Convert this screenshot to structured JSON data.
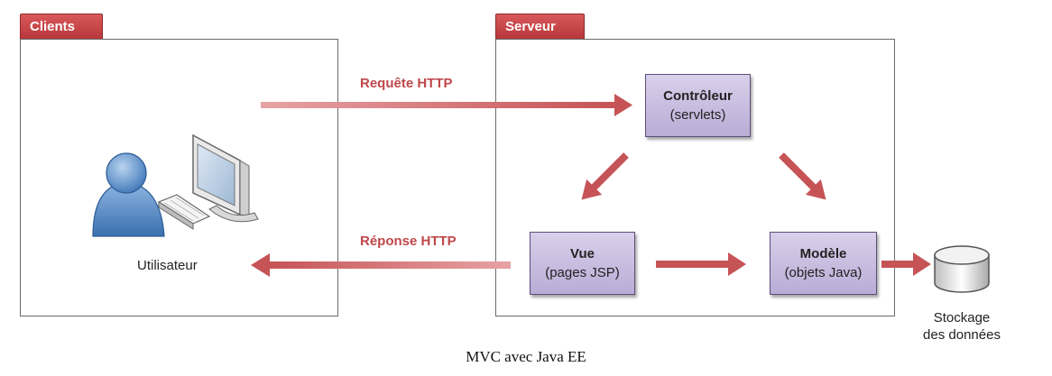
{
  "clients_tab": "Clients",
  "server_tab": "Serveur",
  "request_label": "Requête HTTP",
  "response_label": "Réponse HTTP",
  "user_label": "Utilisateur",
  "controller": {
    "title": "Contrôleur",
    "subtitle": "(servlets)"
  },
  "view": {
    "title": "Vue",
    "subtitle": "(pages JSP)"
  },
  "model": {
    "title": "Modèle",
    "subtitle": "(objets Java)"
  },
  "storage_label_line1": "Stockage",
  "storage_label_line2": "des données",
  "caption": "MVC avec Java EE",
  "colors": {
    "accent": "#c0474a",
    "box_fill": "#c8bde0",
    "arrow": "#c65356"
  }
}
